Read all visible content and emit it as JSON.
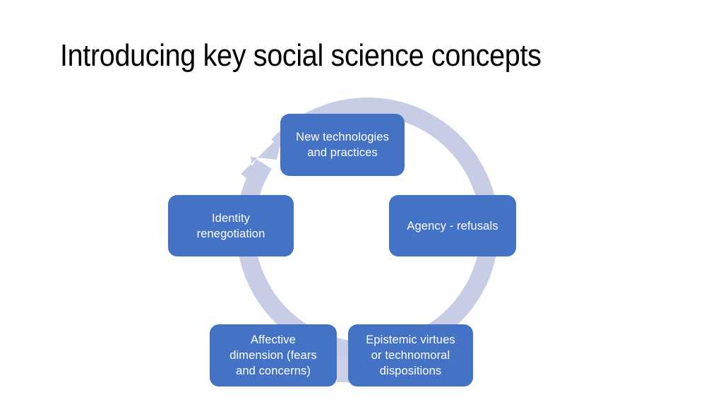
{
  "slide": {
    "title": "Introducing key social science concepts",
    "background_color": "#ffffff",
    "title_color": "#000000"
  },
  "diagram": {
    "type": "cycle",
    "ring_color": "#c8cde6",
    "node_fill_color": "#4472c4",
    "node_text_color": "#ffffff",
    "arrow_direction": "clockwise",
    "arrowhead_position": "top-left",
    "nodes": [
      {
        "id": "new-technologies-and-practices",
        "label": "New technologies\nand practices",
        "position": "top"
      },
      {
        "id": "agency-refusals",
        "label": "Agency - refusals",
        "position": "right"
      },
      {
        "id": "epistemic-virtues-or-technomoral-dispositions",
        "label": "Epistemic virtues\nor technomoral\ndispositions",
        "position": "bottom-right"
      },
      {
        "id": "affective-dimension-fears-and-concerns",
        "label": "Affective\ndimension (fears\nand concerns)",
        "position": "bottom-left"
      },
      {
        "id": "identity-renegotiation",
        "label": "Identity\nrenegotiation",
        "position": "left"
      }
    ]
  }
}
